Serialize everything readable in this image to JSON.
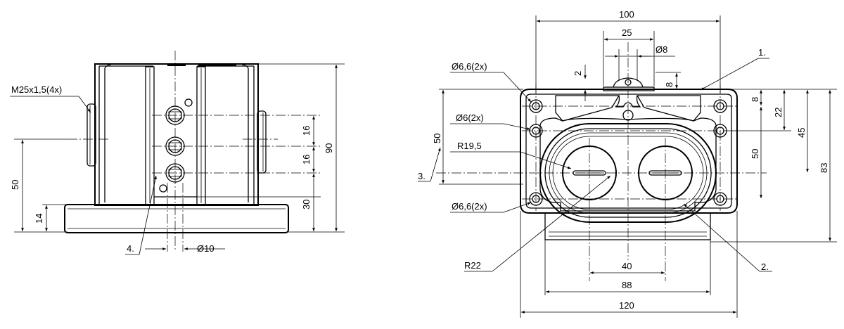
{
  "left_view": {
    "dims": {
      "thread": "M25x1,5(4x)",
      "h50": "50",
      "h14": "14",
      "h90": "90",
      "h16a": "16",
      "h16b": "16",
      "h30": "30",
      "d10": "Ø10"
    },
    "callout": "4."
  },
  "right_view": {
    "dims": {
      "w100": "100",
      "w25": "25",
      "d8": "Ø8",
      "v2": "2",
      "v8": "8",
      "holes_top": "Ø6,6(2x)",
      "holes_mid": "Ø6(2x)",
      "holes_bot": "Ø6,6(2x)",
      "r19": "R19,5",
      "r22": "R22",
      "h8": "8",
      "h22": "22",
      "h45": "45",
      "h83": "83",
      "h50": "50",
      "h50_left": "50",
      "w40": "40",
      "w88": "88",
      "w120": "120"
    },
    "callouts": {
      "c1": "1.",
      "c2": "2.",
      "c3": "3."
    }
  }
}
